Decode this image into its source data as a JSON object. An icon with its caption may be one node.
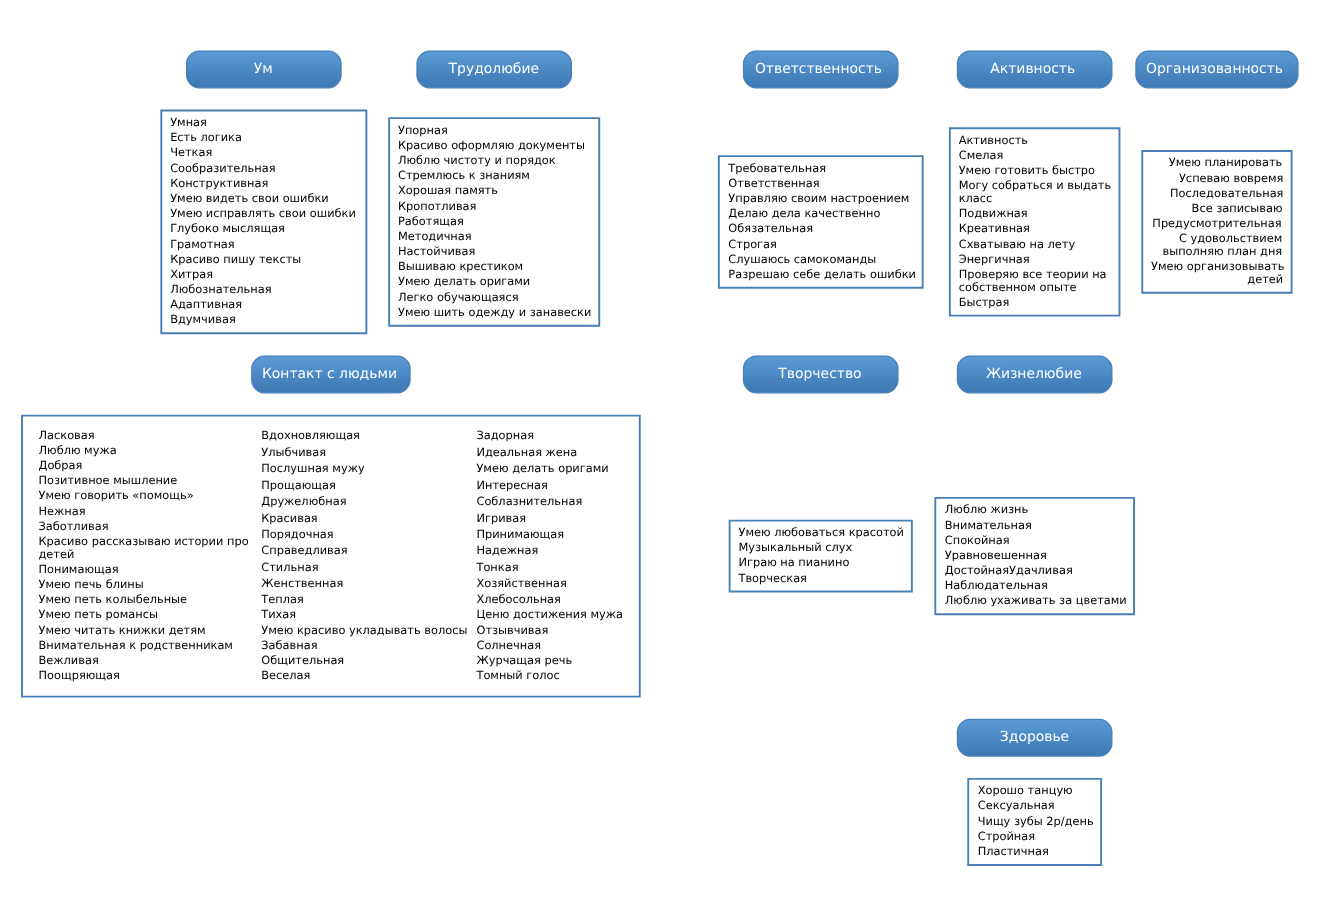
{
  "diagram": {
    "nodes": [
      {
        "text": [
          "Ум"
        ]
      },
      {
        "text": [
          "Умная",
          "Есть логика",
          "Четкая",
          "Сообразительная",
          "Конструктивная",
          "Умею видеть свои ошибки",
          "Умею исправлять свои ошибки",
          "Глубоко мыслящая",
          "Грамотная",
          "Красиво пишу тексты",
          "Хитрая",
          "Любознательная",
          "Адаптивная",
          "Вдумчивая"
        ]
      },
      {
        "text": [
          "Трудолюбие"
        ]
      },
      {
        "text": [
          "Упорная",
          "Красиво оформляю документы",
          "Люблю чистоту и порядок",
          "Стремлюсь к знаниям",
          "Хорошая память",
          "Кропотливая",
          "Работящая",
          "Методичная",
          "Настойчивая",
          "Вышиваю крестиком",
          "Умею делать оригами",
          "Легко обучающаяся",
          "Умею шить одежду и занавески"
        ]
      },
      {
        "text": [
          "Ответственность"
        ]
      },
      {
        "text": [
          "Требовательная",
          "Ответственная",
          "Управляю своим настроением",
          "Делаю дела качественно",
          "Обязательная",
          "Строгая",
          "Слушаюсь самокоманды",
          "Разрешаю себе делать ошибки"
        ]
      },
      {
        "text": [
          "Активность"
        ]
      },
      {
        "text": [
          "Активность",
          "Смелая",
          "Умею готовить быстро",
          "Могу собраться и выдать класс",
          "Подвижная",
          "Креативная",
          "Схватываю на лету",
          "Энергичная",
          "Проверяю все теории на собственном опыте",
          "Быстрая"
        ]
      },
      {
        "text": [
          "Организованность"
        ]
      },
      {
        "text": [
          "Умею планировать",
          "Успеваю вовремя",
          "Последовательная",
          "Все записываю",
          "Предусмотрительная",
          "С удовольствием выполняю план дня",
          "Умею организовывать детей"
        ]
      },
      {
        "text": [
          "Творчество"
        ]
      },
      {
        "text": [
          "Умею любоваться красотой",
          "Музыкальный слух",
          "Играю на пианино",
          "Творческая"
        ]
      },
      {
        "text": [
          "Жизнелюбие"
        ]
      },
      {
        "text": [
          "Люблю жизнь",
          "Внимательная",
          "Спокойная",
          "Уравновешенная",
          "ДостойнаяУдачливая",
          "Наблюдательная",
          "Люблю ухаживать за цветами"
        ]
      },
      {
        "text": [
          "Контакт с людьми"
        ]
      },
      {
        "text": [
          "Ласковая",
          "Люблю мужа",
          "Добрая",
          "Позитивное мышление",
          "Умею говорить «помощь»",
          "Нежная",
          "Заботливая",
          "Красиво рассказываю истории про детей",
          "Понимающая",
          "Умею печь блины",
          "Умею петь колыбельные",
          "Умею петь романсы",
          "Умею читать книжки детям",
          "Внимательная к родственникам",
          "Вежливая",
          "Поощряющая",
          "Вдохновляющая",
          "Улыбчивая",
          "Послушная мужу",
          "Прощающая",
          "Дружелюбная",
          "Красивая",
          "Порядочная",
          "Справедливая",
          "Стильная",
          "Женственная",
          "Теплая",
          "Тихая",
          "Умею красиво укладывать волосы",
          "Забавная",
          "Общительная",
          "Веселая",
          "Задорная",
          "Идеальная жена",
          "Умею делать оригами",
          "Интересная",
          "Соблазнительная",
          "Игривая",
          "Принимающая",
          "Надежная",
          "Тонкая",
          "Хозяйственная",
          "Хлебосольная",
          "Ценю достижения мужа",
          "Отзывчивая",
          "Солнечная",
          "Журчащая речь",
          "Томный голос"
        ]
      },
      {
        "text": [
          "Здоровье"
        ]
      },
      {
        "text": [
          "Хорошо танцую",
          "Сексуальная",
          "Чищу зубы 2р/день",
          "Стройная",
          "Пластичная"
        ]
      }
    ]
  }
}
